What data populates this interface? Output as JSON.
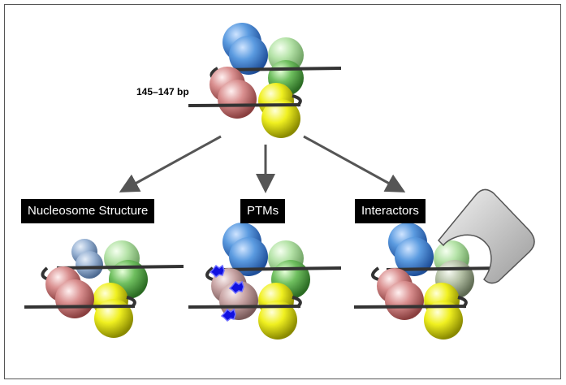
{
  "dna_length_label": "145–147 bp",
  "panels": [
    {
      "label": "Nucleosome Structure",
      "variant": "altered-histone"
    },
    {
      "label": "PTMs",
      "variant": "modified-histone"
    },
    {
      "label": "Interactors",
      "variant": "bound-protein"
    }
  ],
  "colors": {
    "blue": "#5b9be0",
    "green": "#6fbf5f",
    "pink": "#d98f8f",
    "yellow": "#f0f020",
    "pale_blue": "#9db6d6",
    "ptm_marks": "#1010e0",
    "dna": "#333333",
    "arrow": "#555555"
  }
}
